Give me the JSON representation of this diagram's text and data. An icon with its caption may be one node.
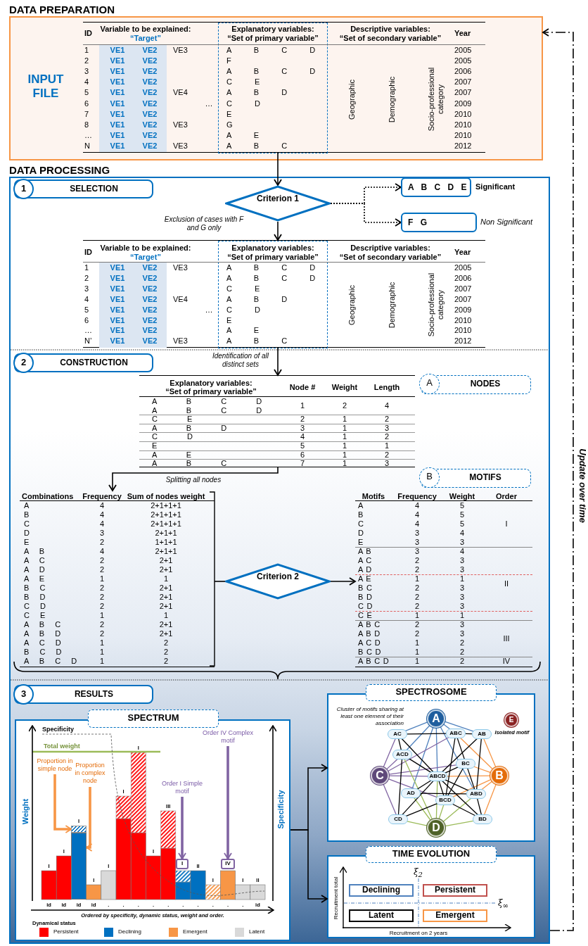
{
  "diagram": {
    "nodes": [
      {
        "text": [
          "DATA PREPARATION",
          "INPUT FILE"
        ]
      },
      {
        "text": [
          "ID",
          "Variable to be explained:",
          "“Target”",
          "Explanatory variables:",
          "“Set of primary variable”",
          "Descriptive variables:",
          "“Set of secondary variable”",
          "Year",
          "1",
          "VE1",
          "VE2",
          "VE3",
          "A B C D",
          "2005",
          "2",
          "VE1",
          "VE2",
          "F",
          "2005",
          "3",
          "VE1",
          "VE2",
          "A B C D",
          "2006",
          "4",
          "VE1",
          "VE2",
          "C E",
          "2007",
          "5",
          "VE1",
          "VE2",
          "VE4",
          "A B D",
          "2007",
          "6",
          "VE1",
          "VE2",
          "…",
          "C D",
          "2009",
          "7",
          "VE1",
          "VE2",
          "E",
          "2010",
          "8",
          "VE1",
          "VE2",
          "VE3",
          "G",
          "2010",
          "…",
          "VE1",
          "VE2",
          "A E",
          "2010",
          "N",
          "VE1",
          "VE2",
          "VE3",
          "A B C",
          "2012",
          "Geographic",
          "Demographic",
          "Socio-professional category"
        ],
        "in": 0
      },
      {
        "text": [
          "DATA PROCESSING"
        ]
      },
      {
        "text": [
          "1",
          "SELECTION"
        ],
        "in": 2
      },
      {
        "text": [
          "Criterion 1"
        ],
        "in": 2
      },
      {
        "text": [
          "A B C D E"
        ],
        "in": 2,
        "beside": [
          "Significant"
        ]
      },
      {
        "text": [
          "F G"
        ],
        "in": 2,
        "beside": [
          "Non Significant"
        ]
      },
      {
        "text": [
          "ID",
          "Variable to be explained:",
          "“Target”",
          "Explanatory variables:",
          "“Set of primary variable”",
          "Descriptive variables:",
          "“Set of secondary variable”",
          "Year",
          "1",
          "VE1",
          "VE2",
          "VE3",
          "A B C D",
          "2005",
          "2",
          "VE1",
          "VE2",
          "A B C D",
          "2006",
          "3",
          "VE1",
          "VE2",
          "C E",
          "2007",
          "4",
          "VE1",
          "VE2",
          "VE4",
          "A B D",
          "2007",
          "5",
          "VE1",
          "VE2",
          "…",
          "C D",
          "2009",
          "6",
          "VE1",
          "VE2",
          "E",
          "2010",
          "…",
          "VE1",
          "VE2",
          "A E",
          "2010",
          "N’",
          "VE1",
          "VE2",
          "VE3",
          "A B C",
          "2012",
          "Geographic",
          "Demographic",
          "Socio-professional category"
        ],
        "in": 2
      },
      {
        "text": [
          "2",
          "CONSTRUCTION"
        ],
        "in": 2
      },
      {
        "text": [
          "Explanatory variables:",
          "“Set of primary variable”",
          "Node #",
          "Weight",
          "Length",
          "A B C D",
          "1",
          "2",
          "4",
          "A B C D",
          "C E",
          "2",
          "1",
          "2",
          "A B D",
          "3",
          "1",
          "3",
          "C D",
          "4",
          "1",
          "2",
          "E",
          "5",
          "1",
          "1",
          "A E",
          "6",
          "1",
          "2",
          "A B C",
          "7",
          "1",
          "3"
        ],
        "in": 2
      },
      {
        "text": [
          "A",
          "NODES"
        ],
        "in": 2
      },
      {
        "text": [
          "B",
          "MOTIFS"
        ],
        "in": 2
      },
      {
        "text": [
          "Combinations",
          "Frequency",
          "Sum of nodes weight",
          "A",
          "4",
          "2+1+1+1",
          "B",
          "4",
          "2+1+1+1",
          "C",
          "4",
          "2+1+1+1",
          "D",
          "3",
          "2+1+1",
          "E",
          "2",
          "1+1+1",
          "A B",
          "4",
          "2+1+1",
          "A C",
          "2",
          "2+1",
          "A D",
          "2",
          "2+1",
          "A E",
          "1",
          "1",
          "B C",
          "2",
          "2+1",
          "B D",
          "2",
          "2+1",
          "C D",
          "2",
          "2+1",
          "C E",
          "1",
          "1",
          "A B C",
          "2",
          "2+1",
          "A B D",
          "2",
          "2+1",
          "A C D",
          "1",
          "2",
          "B C D",
          "1",
          "2",
          "A B C D",
          "1",
          "2"
        ],
        "in": 2
      },
      {
        "text": [
          "Criterion 2"
        ],
        "in": 2
      },
      {
        "text": [
          "Motifs",
          "Frequency",
          "Weight",
          "Order",
          "A",
          "4",
          "5",
          "B",
          "4",
          "5",
          "C",
          "4",
          "5",
          "I",
          "D",
          "3",
          "4",
          "E",
          "3",
          "3",
          "A B",
          "3",
          "4",
          "A C",
          "2",
          "3",
          "A D",
          "2",
          "3",
          "A E",
          "1",
          "1",
          "II",
          "B C",
          "2",
          "3",
          "B D",
          "2",
          "3",
          "C D",
          "2",
          "3",
          "C E",
          "1",
          "1",
          "A B C",
          "2",
          "3",
          "A B D",
          "2",
          "3",
          "III",
          "A C D",
          "1",
          "2",
          "B C D",
          "1",
          "2",
          "A B C D",
          "1",
          "2",
          "IV"
        ],
        "in": 2
      },
      {
        "text": [
          "3",
          "RESULTS"
        ],
        "in": 2
      },
      {
        "text": [],
        "shape": "box",
        "in": 2
      },
      {
        "text": [
          "Proportion in simple node"
        ],
        "in": 16
      },
      {
        "text": [
          "Proportion in complex node"
        ],
        "in": 16
      },
      {
        "text": [
          "Order I Simple motif"
        ],
        "in": 16
      },
      {
        "text": [
          "Order IV Complex motif"
        ],
        "in": 16
      },
      {
        "text": [
          "I"
        ],
        "in": 16
      },
      {
        "text": [
          "IV"
        ],
        "in": 16
      },
      {
        "text": [],
        "shape": "bar",
        "in": 16
      },
      {
        "text": [],
        "shape": "bar",
        "in": 16
      },
      {
        "text": [],
        "shape": "box",
        "in": 2
      },
      {
        "text": [
          "A"
        ],
        "in": 25
      },
      {
        "text": [
          "B"
        ],
        "in": 25
      },
      {
        "text": [
          "C"
        ],
        "in": 25
      },
      {
        "text": [
          "D"
        ],
        "in": 25
      },
      {
        "text": [
          "E"
        ],
        "in": 25,
        "beside": [
          "Isolated motif"
        ]
      },
      {
        "text": [
          "AC"
        ],
        "in": 25
      },
      {
        "text": [
          "ABC"
        ],
        "in": 25
      },
      {
        "text": [
          "AB"
        ],
        "in": 25
      },
      {
        "text": [
          "ACD"
        ],
        "in": 25
      },
      {
        "text": [
          "BC"
        ],
        "in": 25
      },
      {
        "text": [
          "ABCD"
        ],
        "in": 25
      },
      {
        "text": [
          "AD"
        ],
        "in": 25
      },
      {
        "text": [
          "ABD"
        ],
        "in": 25
      },
      {
        "text": [
          "BCD"
        ],
        "in": 25
      },
      {
        "text": [
          "CD"
        ],
        "in": 25
      },
      {
        "text": [
          "BD"
        ],
        "in": 25
      },
      {
        "text": [],
        "shape": "box",
        "in": 2
      },
      {
        "text": [
          "Declining"
        ],
        "in": 42
      },
      {
        "text": [
          "Persistent"
        ],
        "in": 42
      },
      {
        "text": [
          "Latent"
        ],
        "in": 42
      },
      {
        "text": [
          "Emergent"
        ],
        "in": 42
      },
      {
        "text": [
          "SPECTRUM"
        ],
        "in": 2
      },
      {
        "text": [
          "SPECTROSOME"
        ],
        "in": 2
      },
      {
        "text": [
          "TIME EVOLUTION"
        ],
        "in": 2
      }
    ],
    "edges": [
      {
        "from": 1,
        "to": 4,
        "arrow": "to"
      },
      {
        "from": 4,
        "to": 5,
        "arrow": "to",
        "style": "dashed"
      },
      {
        "from": 4,
        "to": 6,
        "arrow": "to",
        "style": "dashed"
      },
      {
        "from": 4,
        "to": 7,
        "arrow": "to",
        "label": "Exclusion of cases with F and G only"
      },
      {
        "from": 7,
        "to": 9,
        "arrow": "to",
        "label": "Identification of all distinct sets"
      },
      {
        "from": 9,
        "to": 12,
        "arrow": "to",
        "label": "Splitting all nodes"
      },
      {
        "from": 12,
        "to": 13,
        "arrow": "none"
      },
      {
        "from": 13,
        "to": 14,
        "arrow": "to"
      },
      {
        "from": 16,
        "to": 25,
        "arrow": "to"
      },
      {
        "from": 16,
        "to": 42,
        "arrow": "to"
      },
      {
        "from": 2,
        "to": 0,
        "arrow": "to",
        "style": "dashed",
        "label": "Update over time"
      },
      {
        "from": 17,
        "to": 23,
        "arrow": "to",
        "style": "thick",
        "color": "#f79646"
      },
      {
        "from": 18,
        "to": 24,
        "arrow": "to",
        "style": "thick",
        "color": "#f79646"
      },
      {
        "from": 19,
        "to": 21,
        "arrow": "to",
        "style": "thick",
        "color": "#8064a2"
      },
      {
        "from": 20,
        "to": 22,
        "arrow": "to",
        "style": "thick",
        "color": "#8064a2"
      },
      {
        "from": 26,
        "to": 31,
        "arrow": "none",
        "color": "#4f81bd"
      },
      {
        "from": 26,
        "to": 33,
        "arrow": "none",
        "color": "#4f81bd"
      },
      {
        "from": 26,
        "to": 34,
        "arrow": "none",
        "color": "#4f81bd"
      },
      {
        "from": 26,
        "to": 32,
        "arrow": "none",
        "color": "#4f81bd"
      },
      {
        "from": 26,
        "to": 36,
        "arrow": "none",
        "color": "#4f81bd"
      },
      {
        "from": 26,
        "to": 37,
        "arrow": "none",
        "color": "#4f81bd"
      },
      {
        "from": 26,
        "to": 38,
        "arrow": "none",
        "color": "#4f81bd"
      },
      {
        "from": 27,
        "to": 33,
        "arrow": "none",
        "color": "#f79646"
      },
      {
        "from": 27,
        "to": 32,
        "arrow": "none",
        "color": "#f79646"
      },
      {
        "from": 27,
        "to": 35,
        "arrow": "none",
        "color": "#f79646"
      },
      {
        "from": 27,
        "to": 36,
        "arrow": "none",
        "color": "#f79646"
      },
      {
        "from": 27,
        "to": 38,
        "arrow": "none",
        "color": "#f79646"
      },
      {
        "from": 27,
        "to": 39,
        "arrow": "none",
        "color": "#f79646"
      },
      {
        "from": 27,
        "to": 41,
        "arrow": "none",
        "color": "#f79646"
      },
      {
        "from": 28,
        "to": 31,
        "arrow": "none",
        "color": "#8064a2"
      },
      {
        "from": 28,
        "to": 34,
        "arrow": "none",
        "color": "#8064a2"
      },
      {
        "from": 28,
        "to": 32,
        "arrow": "none",
        "color": "#8064a2"
      },
      {
        "from": 28,
        "to": 35,
        "arrow": "none",
        "color": "#8064a2"
      },
      {
        "from": 28,
        "to": 36,
        "arrow": "none",
        "color": "#8064a2"
      },
      {
        "from": 28,
        "to": 39,
        "arrow": "none",
        "color": "#8064a2"
      },
      {
        "from": 28,
        "to": 40,
        "arrow": "none",
        "color": "#8064a2"
      },
      {
        "from": 29,
        "to": 34,
        "arrow": "none",
        "color": "#9bbb59"
      },
      {
        "from": 29,
        "to": 37,
        "arrow": "none",
        "color": "#9bbb59"
      },
      {
        "from": 29,
        "to": 36,
        "arrow": "none",
        "color": "#9bbb59"
      },
      {
        "from": 29,
        "to": 39,
        "arrow": "none",
        "color": "#9bbb59"
      },
      {
        "from": 29,
        "to": 38,
        "arrow": "none",
        "color": "#9bbb59"
      },
      {
        "from": 29,
        "to": 40,
        "arrow": "none",
        "color": "#9bbb59"
      },
      {
        "from": 29,
        "to": 41,
        "arrow": "none",
        "color": "#9bbb59"
      },
      {
        "from": 31,
        "to": 32,
        "arrow": "none"
      },
      {
        "from": 31,
        "to": 36,
        "arrow": "none"
      },
      {
        "from": 31,
        "to": 34,
        "arrow": "none"
      },
      {
        "from": 33,
        "to": 32,
        "arrow": "none"
      },
      {
        "from": 33,
        "to": 38,
        "arrow": "none"
      },
      {
        "from": 33,
        "to": 36,
        "arrow": "none"
      },
      {
        "from": 34,
        "to": 36,
        "arrow": "none"
      },
      {
        "from": 34,
        "to": 40,
        "arrow": "none"
      },
      {
        "from": 32,
        "to": 39,
        "arrow": "none"
      },
      {
        "from": 32,
        "to": 38,
        "arrow": "none"
      },
      {
        "from": 35,
        "to": 36,
        "arrow": "none"
      },
      {
        "from": 35,
        "to": 39,
        "arrow": "none"
      },
      {
        "from": 36,
        "to": 37,
        "arrow": "none"
      },
      {
        "from": 36,
        "to": 38,
        "arrow": "none"
      },
      {
        "from": 36,
        "to": 39,
        "arrow": "none"
      },
      {
        "from": 36,
        "to": 40,
        "arrow": "none"
      },
      {
        "from": 36,
        "to": 41,
        "arrow": "none"
      },
      {
        "from": 37,
        "to": 38,
        "arrow": "none"
      },
      {
        "from": 38,
        "to": 41,
        "arrow": "none"
      },
      {
        "from": 39,
        "to": 40,
        "arrow": "none"
      },
      {
        "from": 39,
        "to": 41,
        "arrow": "none"
      }
    ],
    "labels": [
      "Specificity",
      "Total weight",
      "I",
      "I",
      "I",
      "I",
      "I",
      "I",
      "I",
      "I",
      "III",
      "II",
      "I",
      "I",
      "II",
      "Weight",
      "Specificity",
      "id",
      "id",
      "id",
      "id",
      ".",
      ".",
      ".",
      ".",
      ".",
      ".",
      ".",
      ".",
      ".",
      ".",
      "id",
      "Ordered by specificity, dynamic status, weight and order.",
      "Dynamical status",
      "Cluster of motifs sharing at least one element of their association",
      "ξ$_{2}$",
      "ξ$_{∞}$",
      "Recruitment total",
      "Recruitment on 2 years"
    ],
    "legend": [
      {
        "text": "Persistent",
        "color": "#ff0000"
      },
      {
        "text": "Declining",
        "color": "#0070c0"
      },
      {
        "text": "Emergent",
        "color": "#f79646"
      },
      {
        "text": "Latent",
        "color": "#d9d9d9"
      }
    ]
  }
}
